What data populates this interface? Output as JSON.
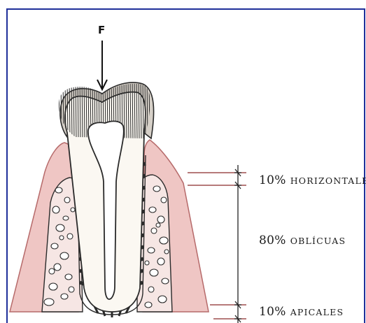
{
  "figure": {
    "force_label": "F",
    "rows": [
      {
        "percent": "10%",
        "name": "HORIZONTALES"
      },
      {
        "percent": "80%",
        "name": "OBLÍCUAS"
      },
      {
        "percent": "10%",
        "name": "APICALES"
      }
    ]
  },
  "colors": {
    "frame": "#1f2f9a",
    "gum": "#efc6c4",
    "gum_line": "#b66a6a",
    "line": "#2a2a2a",
    "measure": "#8a2b2b",
    "bone": "#f6e6e4"
  }
}
